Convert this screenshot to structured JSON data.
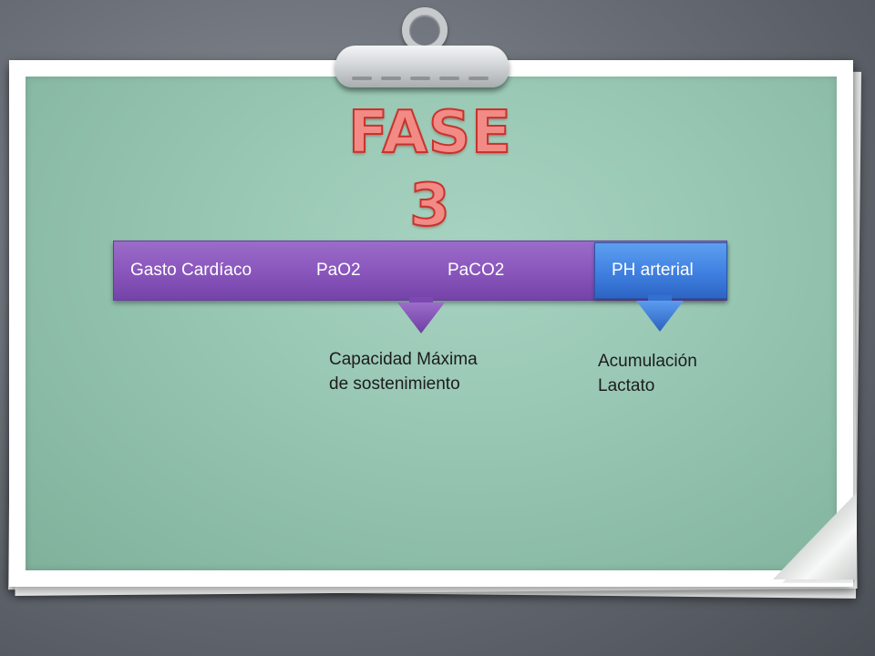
{
  "title": "FASE 3",
  "bar": {
    "segments": [
      "Gasto Cardíaco",
      "PaO2",
      "PaCO2"
    ],
    "highlight": "PH arterial"
  },
  "outcomes": {
    "left": [
      "Capacidad Máxima",
      "de sostenimiento"
    ],
    "right": [
      "Acumulación",
      "Lactato"
    ]
  },
  "colors": {
    "bar_purple": "#8a57bd",
    "bar_blue": "#3f7fe0",
    "title": "#f28a85",
    "paper": "#a7d3c1"
  }
}
